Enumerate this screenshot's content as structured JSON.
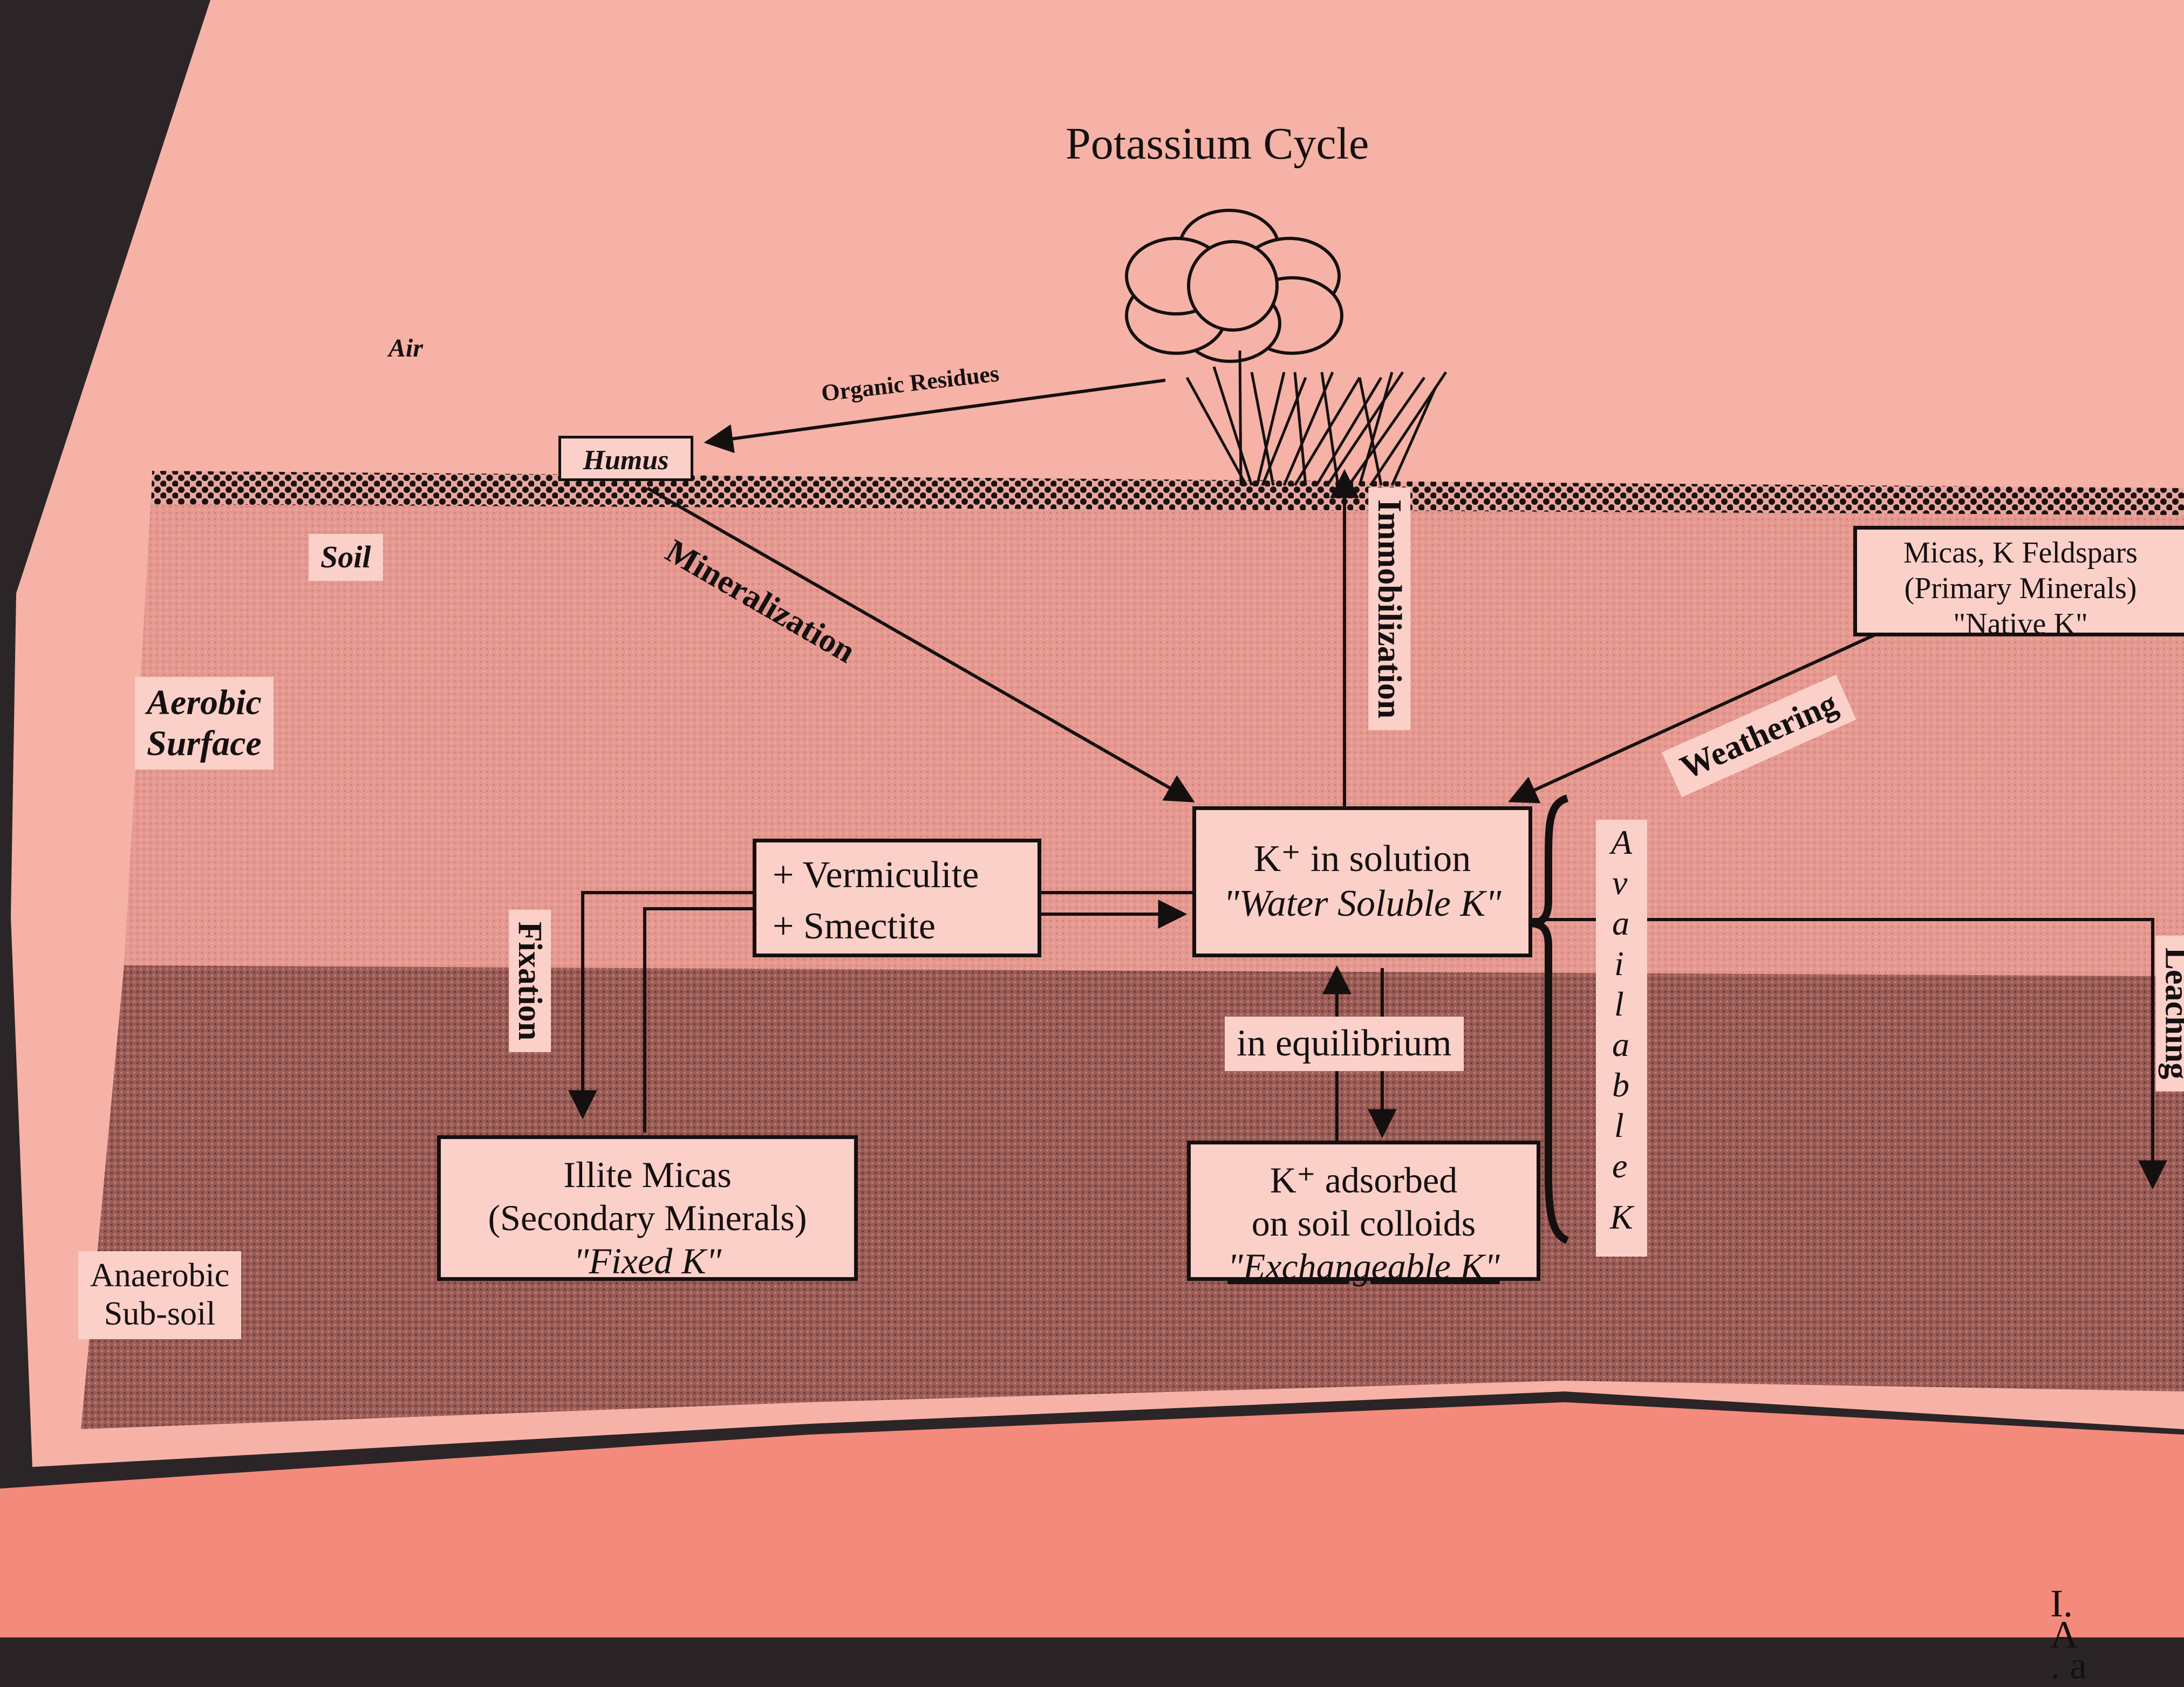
{
  "title": "Potassium Cycle",
  "zones": {
    "air": "Air",
    "soil": "Soil",
    "aerobic": [
      "Aerobic",
      "Surface"
    ],
    "anaerobic": [
      "Anaerobic",
      "Sub-soil"
    ]
  },
  "nodes": {
    "humus": "Humus",
    "primary_minerals": [
      "Micas, K Feldspars",
      "(Primary Minerals)",
      "\"Native K\""
    ],
    "k_solution": [
      "K⁺ in solution",
      "\"Water Soluble K\""
    ],
    "vermiculite": [
      "+ Vermiculite",
      "+ Smectite"
    ],
    "illite": [
      "Illite Micas",
      "(Secondary Minerals)",
      "\"Fixed K\""
    ],
    "k_adsorbed": [
      "K⁺ adsorbed",
      "on soil colloids",
      "\"Exchangeable K\""
    ]
  },
  "processes": {
    "organic_residues": "Organic Residues",
    "mineralization": "Mineralization",
    "immobilization": "Immobilization",
    "weathering": "Weathering",
    "fixation": "Fixation",
    "equilibrium": "in equilibrium",
    "leaching": "Leaching",
    "available_k": [
      "A",
      "v",
      "a",
      "i",
      "l",
      "a",
      "b",
      "l",
      "e",
      "K"
    ]
  },
  "page_corner": [
    "I.",
    "A",
    ". a"
  ],
  "colors": {
    "page": "#f8b6ab",
    "soil_light": "#e0948c",
    "soil_dark": "#a86660",
    "label_bg": "#fbd0c9",
    "ink": "#151010"
  }
}
